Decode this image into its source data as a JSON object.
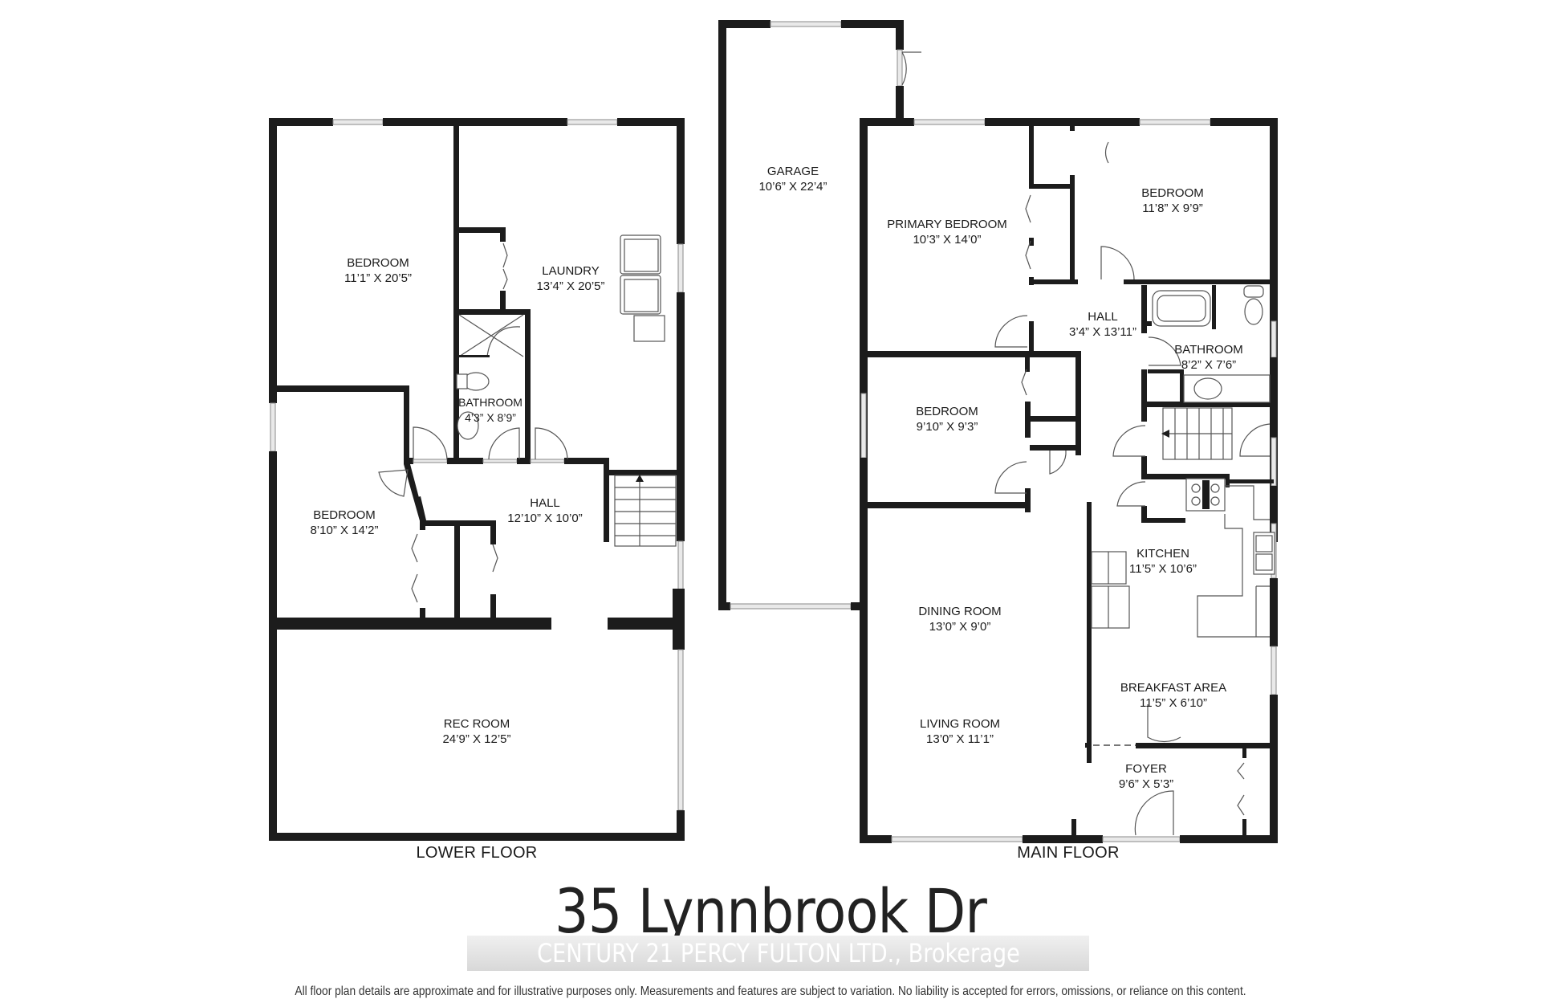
{
  "address": "35 Lynnbrook Dr",
  "watermark": "CENTURY 21 PERCY FULTON LTD., Brokerage",
  "disclaimer": "All floor plan details are approximate and for illustrative purposes only. Measurements and features are subject to variation. No liability is accepted for errors, omissions, or reliance on this content.",
  "floors": {
    "lower": {
      "label": "LOWER FLOOR",
      "rooms": [
        {
          "name": "BEDROOM",
          "dims": "11’1” X 20’5”"
        },
        {
          "name": "LAUNDRY",
          "dims": "13’4” X 20’5”"
        },
        {
          "name": "BATHROOM",
          "dims": "4’3” X 8’9”"
        },
        {
          "name": "BEDROOM",
          "dims": "8’10” X 14’2”"
        },
        {
          "name": "HALL",
          "dims": "12’10” X 10’0”"
        },
        {
          "name": "REC ROOM",
          "dims": "24’9” X 12’5”"
        }
      ]
    },
    "main": {
      "label": "MAIN FLOOR",
      "rooms": [
        {
          "name": "GARAGE",
          "dims": "10’6” X 22’4”"
        },
        {
          "name": "PRIMARY BEDROOM",
          "dims": "10’3” X 14’0”"
        },
        {
          "name": "BEDROOM",
          "dims": "11’8” X 9’9”"
        },
        {
          "name": "HALL",
          "dims": "3’4” X 13’11”"
        },
        {
          "name": "BATHROOM",
          "dims": "8’2” X 7’6”"
        },
        {
          "name": "BEDROOM",
          "dims": "9’10” X 9’3”"
        },
        {
          "name": "KITCHEN",
          "dims": "11’5” X 10’6”"
        },
        {
          "name": "DINING ROOM",
          "dims": "13’0” X 9’0”"
        },
        {
          "name": "BREAKFAST AREA",
          "dims": "11’5” X 6’10”"
        },
        {
          "name": "LIVING ROOM",
          "dims": "13’0” X 11’1”"
        },
        {
          "name": "FOYER",
          "dims": "9’6” X 5’3”"
        }
      ]
    }
  },
  "icons": {
    "stairs": "stairs-up-arrow",
    "door": "door-swing-arc",
    "window": "window-pane"
  }
}
